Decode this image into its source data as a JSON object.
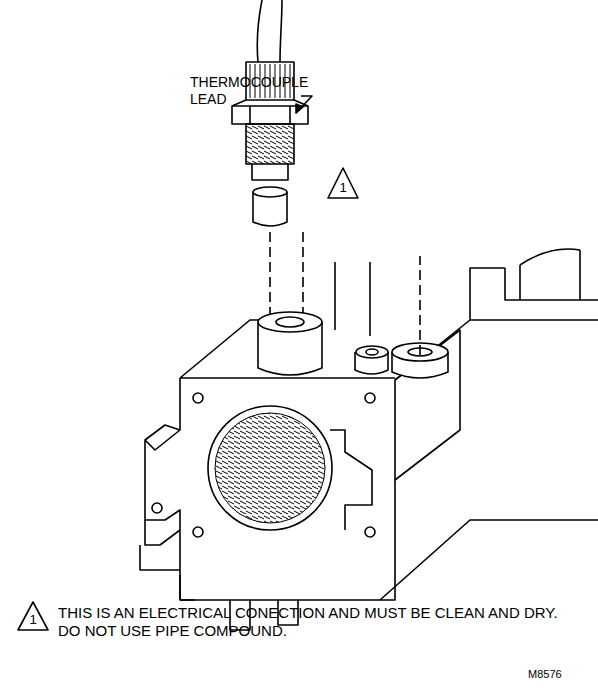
{
  "diagram": {
    "labels": [
      "THERMOCOUPLE LEAD",
      "1",
      "1",
      "THIS IS AN ELECTRICAL CONECTION AND MUST BE CLEAN AND DRY. DO NOT USE PIPE COMPOUND.",
      "M8576"
    ]
  }
}
